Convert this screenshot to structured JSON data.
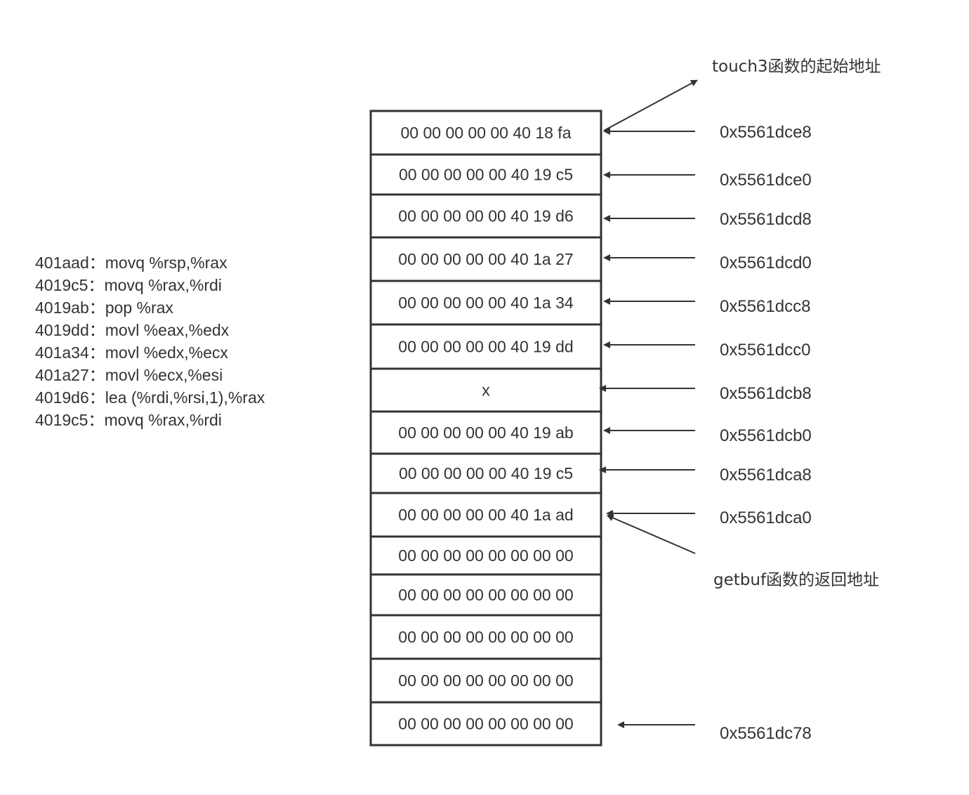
{
  "stack_cells": [
    "00 00 00 00 00 40 18 fa",
    "00 00 00 00 00 40 19 c5",
    "00 00 00 00 00 40 19 d6",
    "00 00 00 00 00 40 1a 27",
    "00 00 00 00 00 40 1a 34",
    "00 00 00 00 00 40 19 dd",
    "x",
    "00 00 00 00 00 40 19 ab",
    "00 00 00 00 00 40 19 c5",
    "00 00 00 00 00 40 1a ad",
    "00 00 00 00 00 00 00 00",
    "00 00 00 00 00 00 00 00",
    "00 00 00 00 00 00 00 00",
    "00 00 00 00 00 00 00 00",
    "00 00 00 00 00 00 00 00"
  ],
  "addresses": [
    "0x5561dce8",
    "0x5561dce0",
    "0x5561dcd8",
    "0x5561dcd0",
    "0x5561dcc8",
    "0x5561dcc0",
    "0x5561dcb8",
    "0x5561dcb0",
    "0x5561dca8",
    "0x5561dca0",
    "0x5561dc78"
  ],
  "annotations": {
    "top": "touch3函数的起始地址",
    "bottom": "getbuf函数的返回地址"
  },
  "instructions": [
    "401aad：movq %rsp,%rax",
    "4019c5：movq %rax,%rdi",
    "4019ab：pop %rax",
    "4019dd：movl %eax,%edx",
    "401a34：movl %edx,%ecx",
    "401a27：movl %ecx,%esi",
    "4019d6：lea (%rdi,%rsi,1),%rax",
    "4019c5：movq %rax,%rdi"
  ],
  "colors": {
    "stroke": "#333333",
    "text": "#333333",
    "background": "#ffffff"
  }
}
